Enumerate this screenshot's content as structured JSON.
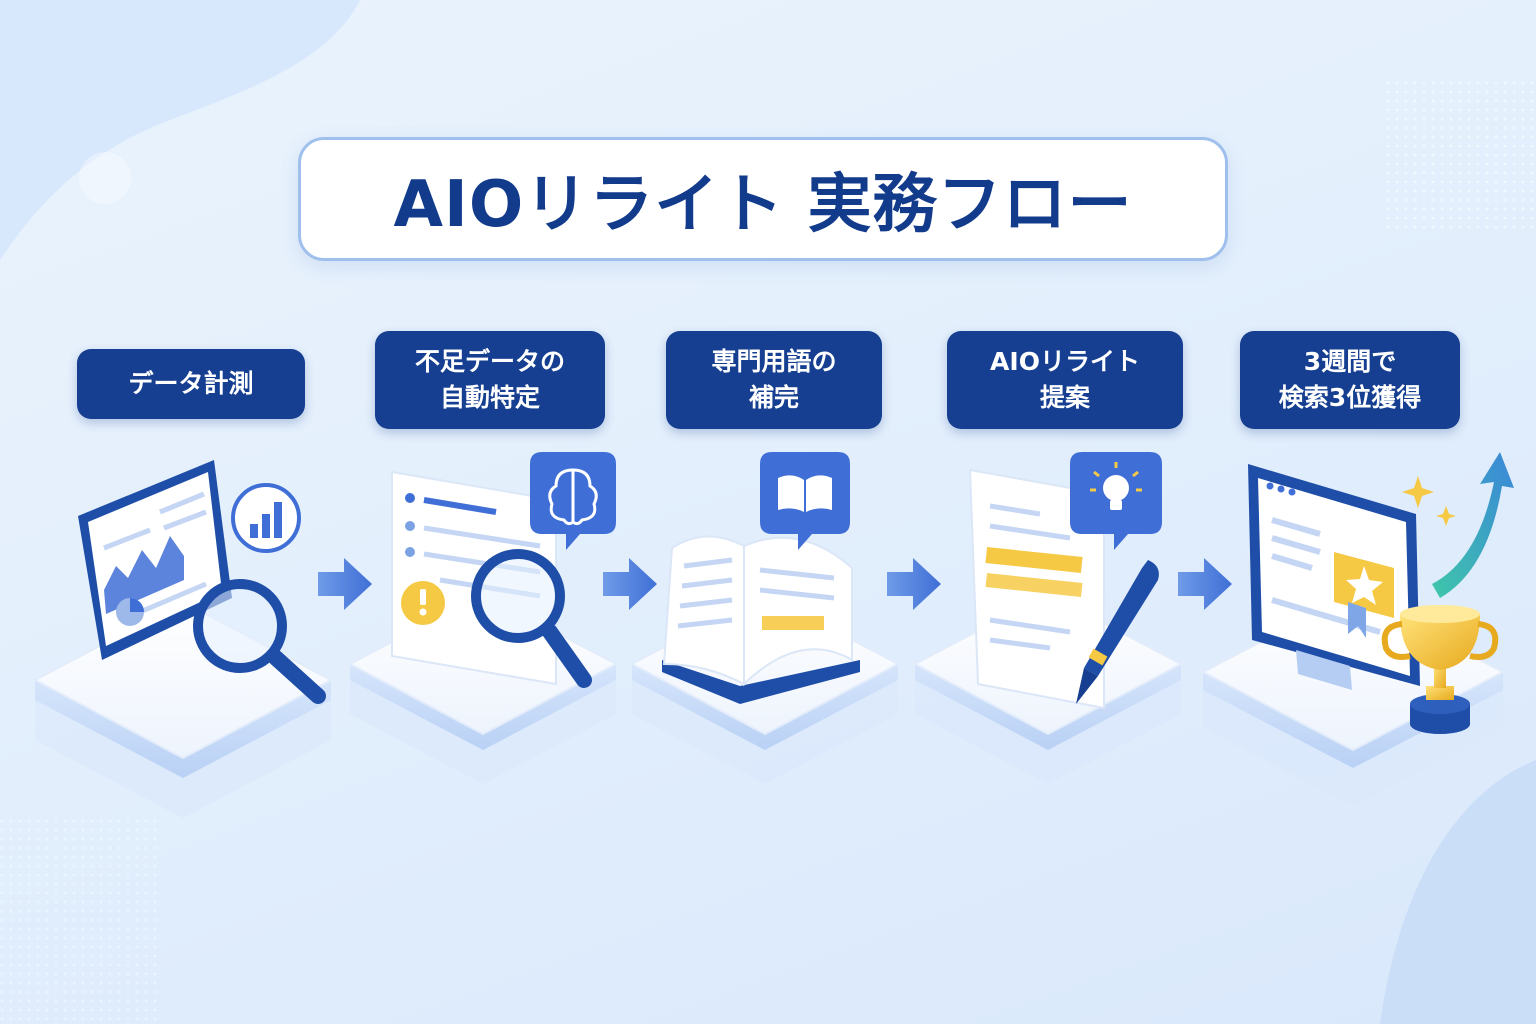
{
  "title": "AIOリライト 実務フロー",
  "steps": [
    {
      "line1": "データ計測",
      "line2": ""
    },
    {
      "line1": "不足データの",
      "line2": "自動特定"
    },
    {
      "line1": "専門用語の",
      "line2": "補完"
    },
    {
      "line1": "AIOリライト",
      "line2": "提案"
    },
    {
      "line1": "3週間で",
      "line2": "検索3位獲得"
    }
  ],
  "colors": {
    "navy": "#163f91",
    "accent_blue": "#3f6fd6",
    "highlight_yellow": "#f6c945",
    "teal_arrow": "#2fb3a6"
  }
}
